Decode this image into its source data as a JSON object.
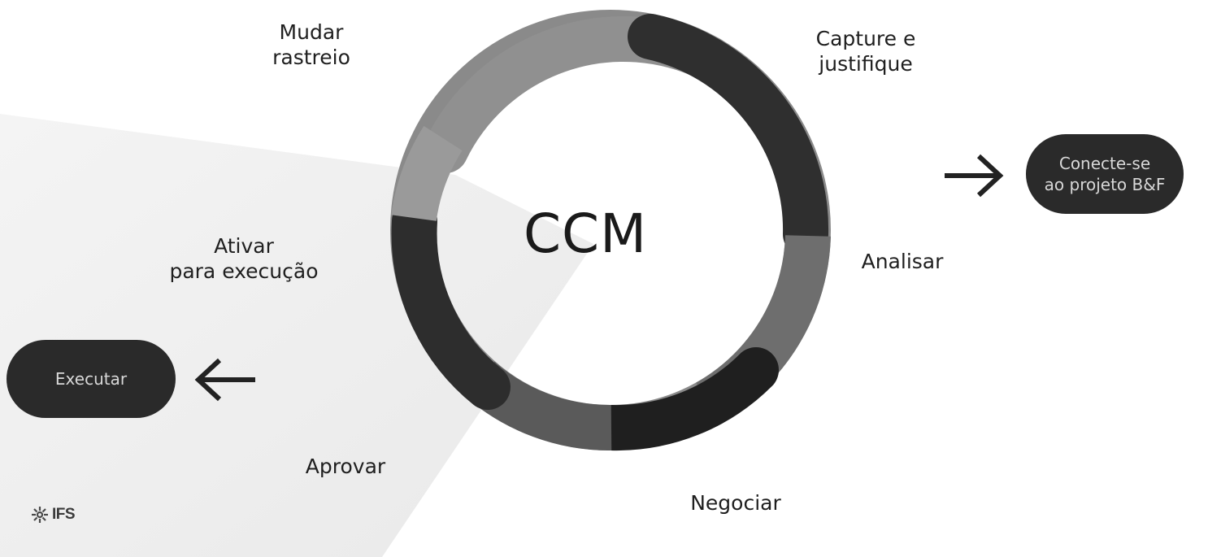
{
  "center": {
    "title": "CCM"
  },
  "cycle_steps": {
    "mudar": [
      "Mudar",
      "rastreio"
    ],
    "capture": [
      "Capture e",
      "justifique"
    ],
    "analisar": [
      "Analisar"
    ],
    "negociar": [
      "Negociar"
    ],
    "aprovar": [
      "Aprovar"
    ],
    "ativar": [
      "Ativar",
      "para execução"
    ]
  },
  "connect_button": {
    "line1": "Conecte-se",
    "line2": "ao projeto B&F"
  },
  "execute_button": {
    "label": "Executar"
  },
  "logo": {
    "text": "IFS"
  },
  "colors": {
    "dark_segment": "#2a2a2a",
    "mid_segment": "#555555",
    "light_segment": "#8e8e8e",
    "pill_bg": "#2a2a2a",
    "pill_text": "#d8d8d8",
    "background_shape": "#eeeeee"
  }
}
